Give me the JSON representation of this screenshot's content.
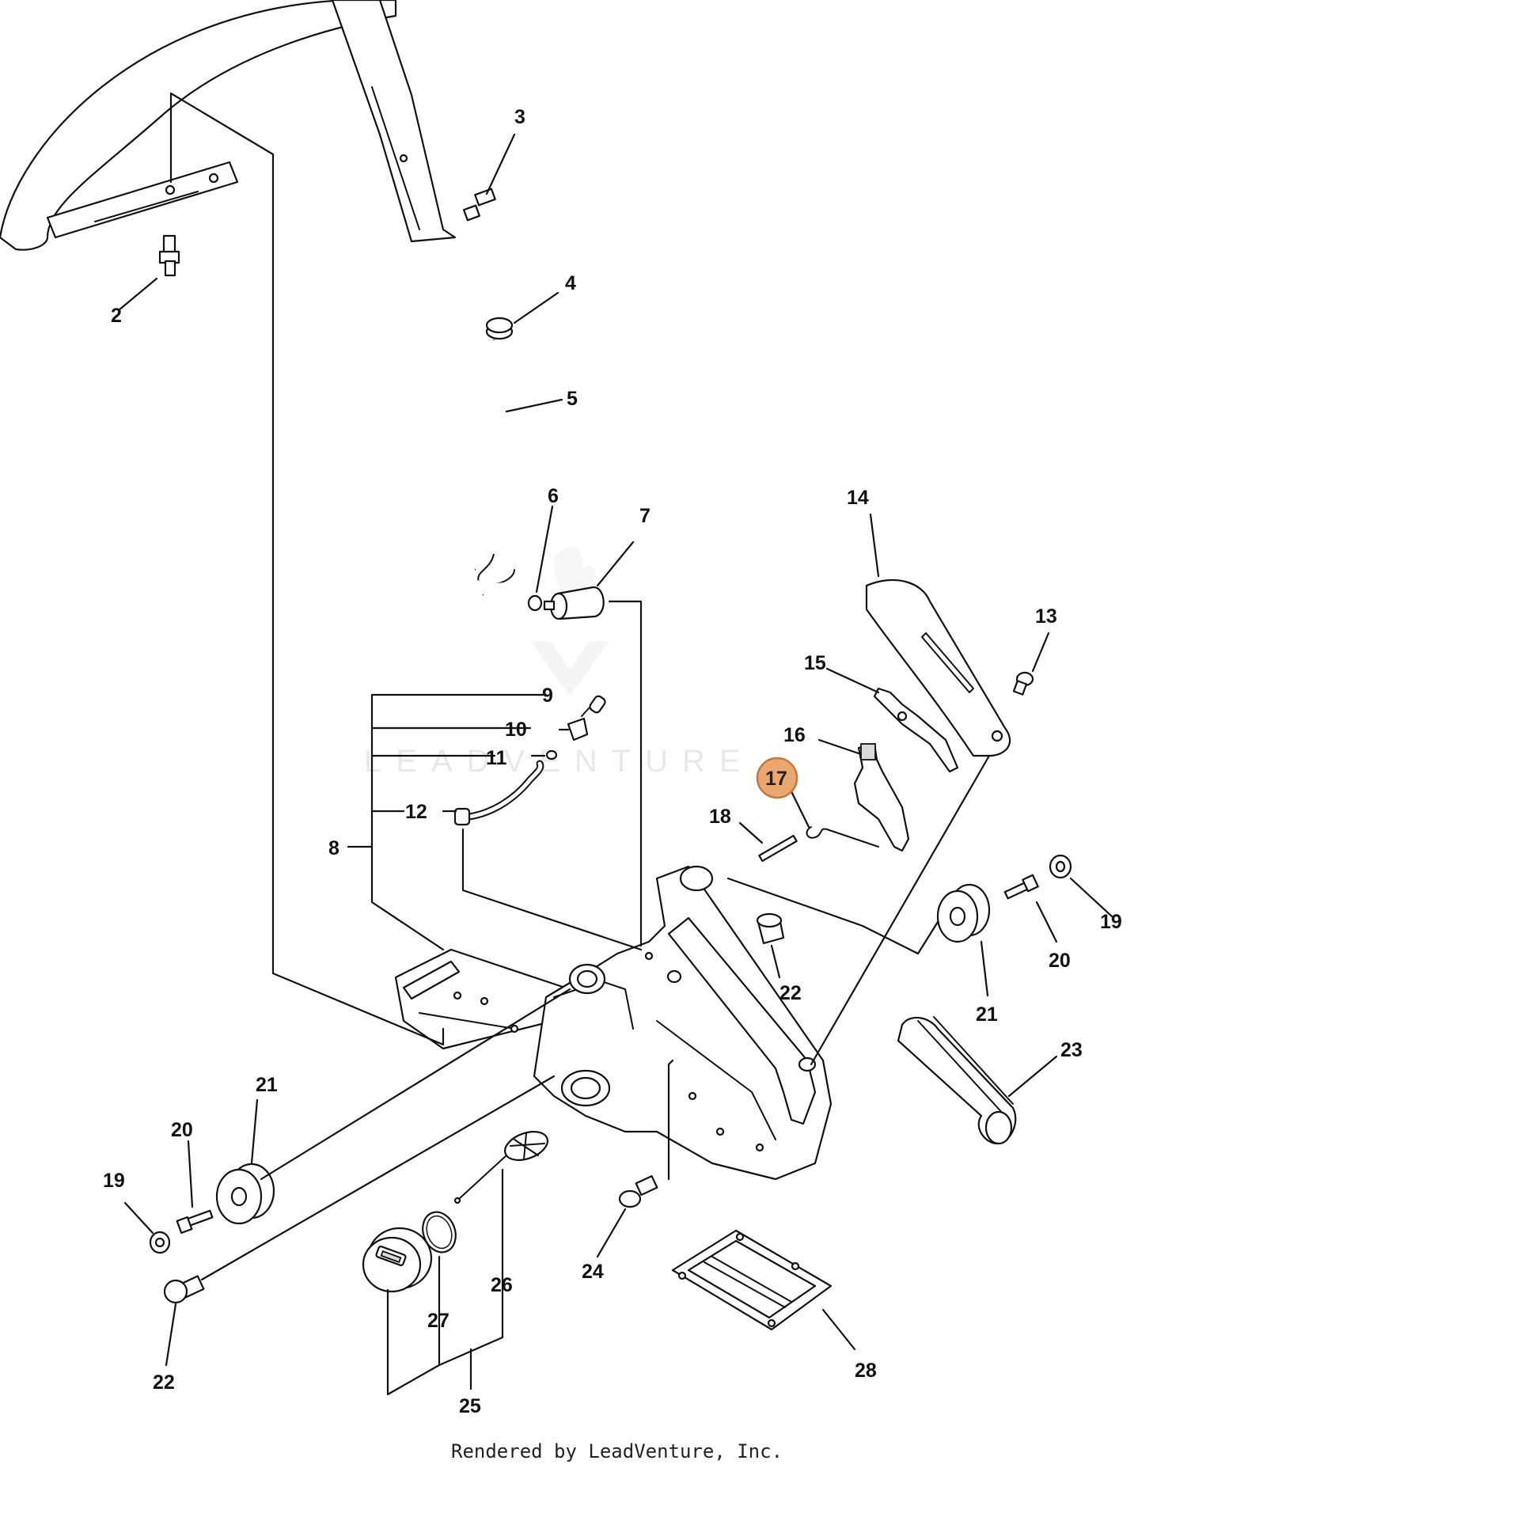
{
  "callouts": {
    "c2": "2",
    "c3": "3",
    "c4": "4",
    "c5": "5",
    "c6": "6",
    "c7": "7",
    "c8": "8",
    "c9": "9",
    "c10": "10",
    "c11": "11",
    "c12": "12",
    "c13": "13",
    "c14": "14",
    "c15": "15",
    "c16": "16",
    "c17": "17",
    "c18": "18",
    "c19a": "19",
    "c19b": "19",
    "c20a": "20",
    "c20b": "20",
    "c21a": "21",
    "c21b": "21",
    "c22a": "22",
    "c22b": "22",
    "c23": "23",
    "c24": "24",
    "c25": "25",
    "c26": "26",
    "c27": "27",
    "c28": "28"
  },
  "highlight": {
    "part": "17",
    "color": "#e8a870",
    "border": "#c8773a"
  },
  "watermark": {
    "text": "LEADVENTURE"
  },
  "credit": "Rendered by LeadVenture, Inc."
}
